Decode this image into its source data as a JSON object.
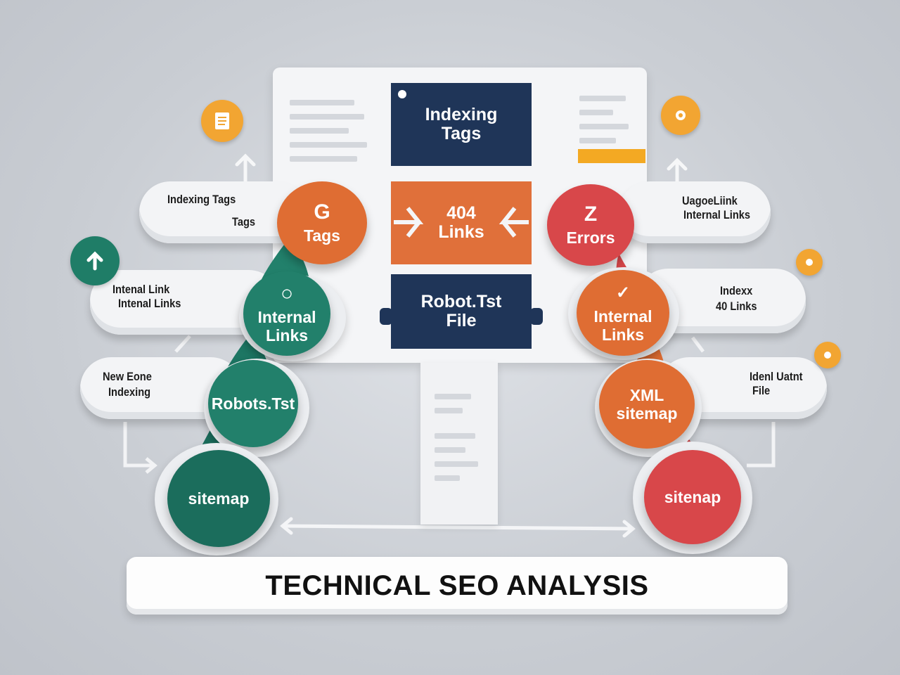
{
  "title": "TECHNICAL SEO ANALYSIS",
  "center": {
    "top_box": "Indexing\nTags",
    "mid_box": "404\nLinks",
    "bottom_box": "Robot.Tst\nFile"
  },
  "left_pills": [
    {
      "line1": "Indexing     Tags",
      "line2": "Tags"
    },
    {
      "line1": "Intenal Link",
      "line2": "Intenal Links"
    },
    {
      "line1": "New Eone",
      "line2": "Indexing"
    }
  ],
  "right_pills": [
    {
      "line1": "UagoeLiink",
      "line2": "Internal Links"
    },
    {
      "line1": "Indexx",
      "line2": "40 Links"
    },
    {
      "line1": "Idenl Uatnt",
      "line2": "File"
    }
  ],
  "left_nodes": [
    {
      "icon": "G",
      "label": "Tags"
    },
    {
      "icon": "○",
      "label": "Internal\nLinks"
    },
    {
      "icon": "",
      "label": "Robots.Tst"
    },
    {
      "icon": "",
      "label": "sitemap"
    }
  ],
  "right_nodes": [
    {
      "icon": "Z",
      "label": "Errors"
    },
    {
      "icon": "✓",
      "label": "Internal\nLinks"
    },
    {
      "icon": "",
      "label": "XML\nsitemap"
    },
    {
      "icon": "",
      "label": "sitenap"
    }
  ],
  "icons": {
    "left_top": "document-icon",
    "right_top": "gear-icon",
    "left_arrow": "arrow-up-icon",
    "right_small_1": "gear-icon",
    "right_small_2": "gear-icon"
  },
  "colors": {
    "navy": "#1f3558",
    "orange": "#e0703a",
    "red": "#d8474a",
    "teal": "#22806b",
    "badge_orange": "#f0a030"
  }
}
